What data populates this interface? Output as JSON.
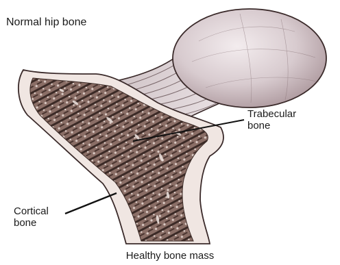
{
  "title": "Normal hip bone",
  "labels": {
    "trabecular_line1": "Trabecular",
    "trabecular_line2": "bone",
    "cortical_line1": "Cortical",
    "cortical_line2": "bone"
  },
  "caption": "Healthy bone mass",
  "colors": {
    "outline": "#3a2a2a",
    "cortex": "#f0e6e2",
    "trabecular": "#7a5e56",
    "trabecular_dark": "#3b2a26",
    "head": "#d9cdd0",
    "neck": "#d4cace"
  }
}
